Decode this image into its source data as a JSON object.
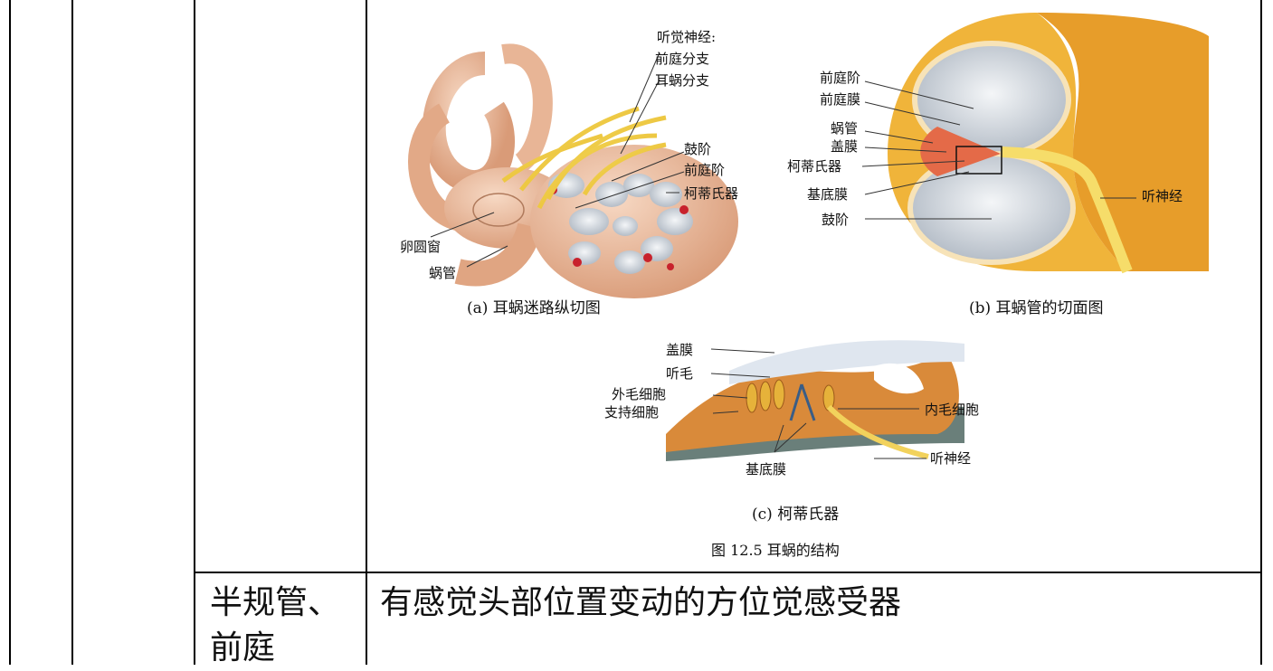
{
  "figure": {
    "panel_a": {
      "caption": "(a) 耳蜗迷路纵切图",
      "labels": {
        "auditory_nerve": "听觉神经:",
        "vestibular_branch": "前庭分支",
        "cochlear_branch": "耳蜗分支",
        "scala_tympani": "鼓阶",
        "scala_vestibuli": "前庭阶",
        "organ_of_corti": "柯蒂氏器",
        "oval_window": "卵圆窗",
        "cochlear_duct": "蜗管"
      }
    },
    "panel_b": {
      "caption": "(b) 耳蜗管的切面图",
      "labels": {
        "scala_vestibuli": "前庭阶",
        "vestibular_membrane": "前庭膜",
        "cochlear_duct": "蜗管",
        "tectorial_membrane": "盖膜",
        "organ_of_corti": "柯蒂氏器",
        "basilar_membrane": "基底膜",
        "scala_tympani": "鼓阶",
        "auditory_nerve": "听神经"
      }
    },
    "panel_c": {
      "caption": "(c) 柯蒂氏器",
      "labels": {
        "tectorial_membrane": "盖膜",
        "hair": "听毛",
        "outer_hair_cells": "外毛细胞",
        "supporting_cells": "支持细胞",
        "inner_hair_cell": "内毛细胞",
        "auditory_nerve": "听神经",
        "basilar_membrane": "基底膜"
      }
    },
    "title": "图 12.5 耳蜗的结构"
  },
  "table": {
    "row2": {
      "structure": [
        "半规管、",
        "前庭"
      ],
      "function": "有感觉头部位置变动的方位觉感受器"
    }
  }
}
